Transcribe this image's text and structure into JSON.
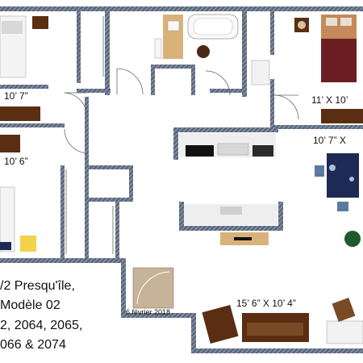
{
  "plan": {
    "rooms": [
      {
        "id": "bedroom_top_left",
        "dimension": "10’ 7”"
      },
      {
        "id": "bedroom_mid_left",
        "dimension": "10’ 6”"
      },
      {
        "id": "bedroom_top_right",
        "dimension": "11’ X 10’"
      },
      {
        "id": "room_mid_right",
        "dimension": "10’ 7” X"
      },
      {
        "id": "living_room",
        "dimension": "15’ 6” X 10’ 4”"
      }
    ],
    "date": "6 février 2018",
    "info_lines": [
      "/2 Presqu'île,",
      "Modèle 02",
      "2, 2064, 2065,",
      "066 & 2074"
    ]
  },
  "colors": {
    "wall": "#5b6a80",
    "wall_hatch": "#b5bdc9",
    "wood": "#5a2e12",
    "wood_light": "#d9b27a",
    "bed_red": "#6b1e22",
    "counter": "#e8e8e8"
  }
}
